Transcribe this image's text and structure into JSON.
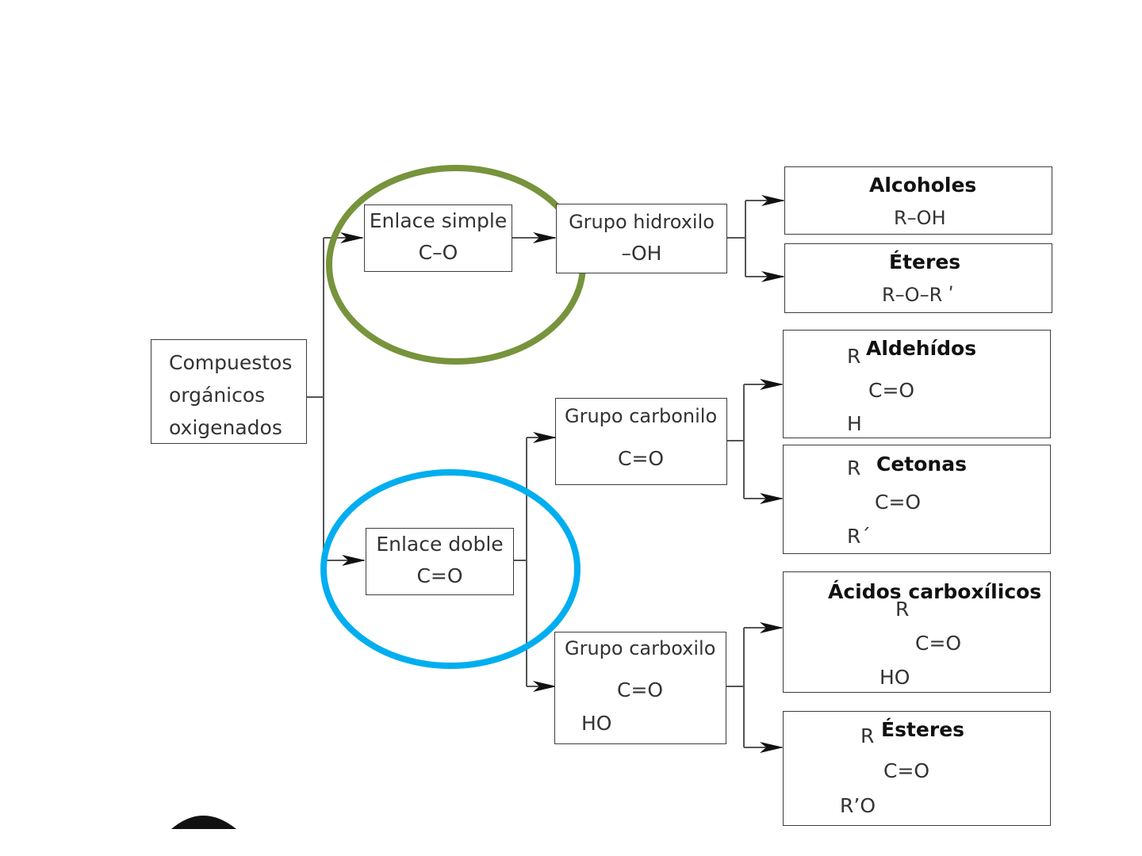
{
  "root": {
    "lines": [
      "Compuestos",
      "orgánicos",
      "oxigenados"
    ]
  },
  "bond_simple": {
    "title": "Enlace simple",
    "formula": "C–O",
    "highlight_color": "#77933c"
  },
  "bond_double": {
    "title": "Enlace doble",
    "formula": "C=O",
    "highlight_color": "#00aeef"
  },
  "group_hydroxyl": {
    "title": "Grupo hidroxilo",
    "formula": "–OH"
  },
  "group_carbonyl": {
    "title": "Grupo carbonilo",
    "formula": "C=O"
  },
  "group_carboxyl": {
    "title": "Grupo carboxilo",
    "formula": "C=O",
    "substituent": "HO"
  },
  "families": {
    "alcoholes": {
      "name": "Alcoholes",
      "formula": "R–OH"
    },
    "eteres": {
      "name": "Éteres",
      "formula": "R–O–R ʹ"
    },
    "aldehidos": {
      "name": "Aldehídos",
      "top": "R",
      "center": "C=O",
      "bottom": "H"
    },
    "cetonas": {
      "name": "Cetonas",
      "top": "R",
      "center": "C=O",
      "bottom": "R´"
    },
    "acidos": {
      "name": "Ácidos carboxílicos",
      "top": "R",
      "center": "C=O",
      "bottom": "HO"
    },
    "esteres": {
      "name": "Ésteres",
      "top": "R",
      "center": "C=O",
      "bottom": "R’O"
    }
  },
  "colors": {
    "line": "#3c3c3c",
    "green_circle": "#77933c",
    "blue_circle": "#00aeef"
  }
}
